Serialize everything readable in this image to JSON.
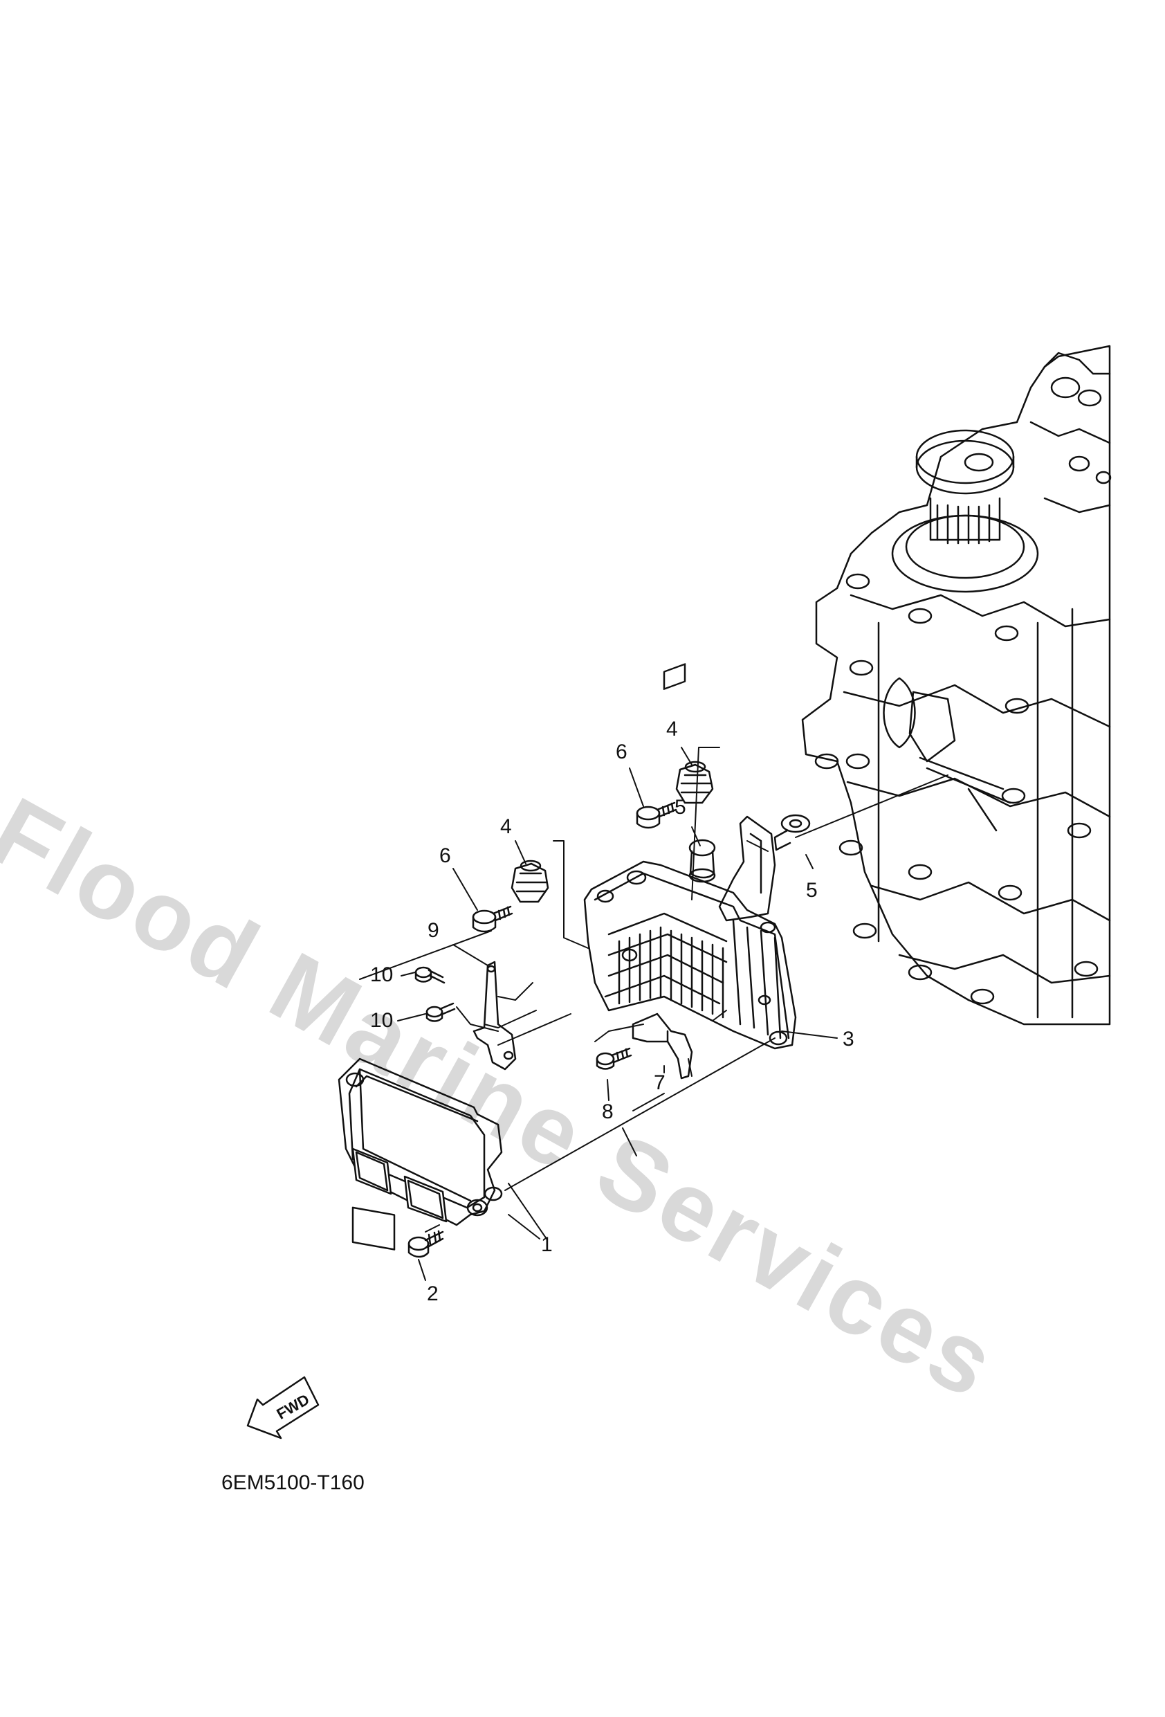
{
  "watermark": "Flood Marine Services",
  "diagram_code": "6EM5100-T160",
  "fwd_label": "FWD",
  "callouts": {
    "c1": "1",
    "c2": "2",
    "c3": "3",
    "c4a": "4",
    "c4b": "4",
    "c5a": "5",
    "c5b": "5",
    "c6a": "6",
    "c6b": "6",
    "c7": "7",
    "c8": "8",
    "c9": "9",
    "c10a": "10",
    "c10b": "10"
  }
}
